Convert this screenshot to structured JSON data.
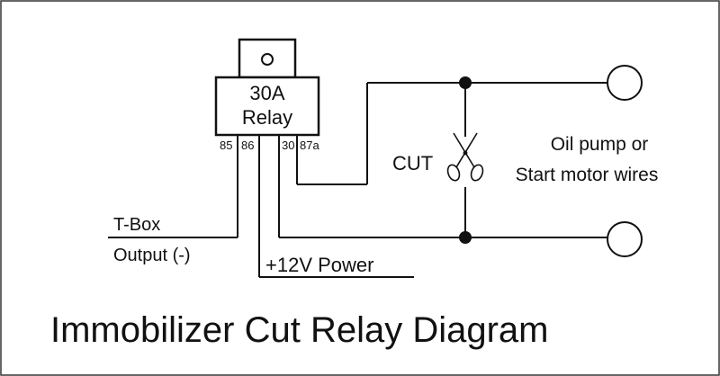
{
  "diagram": {
    "title": "Immobilizer Cut Relay Diagram",
    "relay": {
      "line1": "30A",
      "line2": "Relay",
      "pins": [
        "85",
        "86",
        "30",
        "87a"
      ]
    },
    "labels": {
      "tbox": "T-Box",
      "output": "Output (-)",
      "power": "+12V Power",
      "cut": "CUT",
      "wires_line1": "Oil pump or",
      "wires_line2": "Start motor wires"
    },
    "colors": {
      "line": "#111111",
      "background": "#ffffff"
    }
  }
}
